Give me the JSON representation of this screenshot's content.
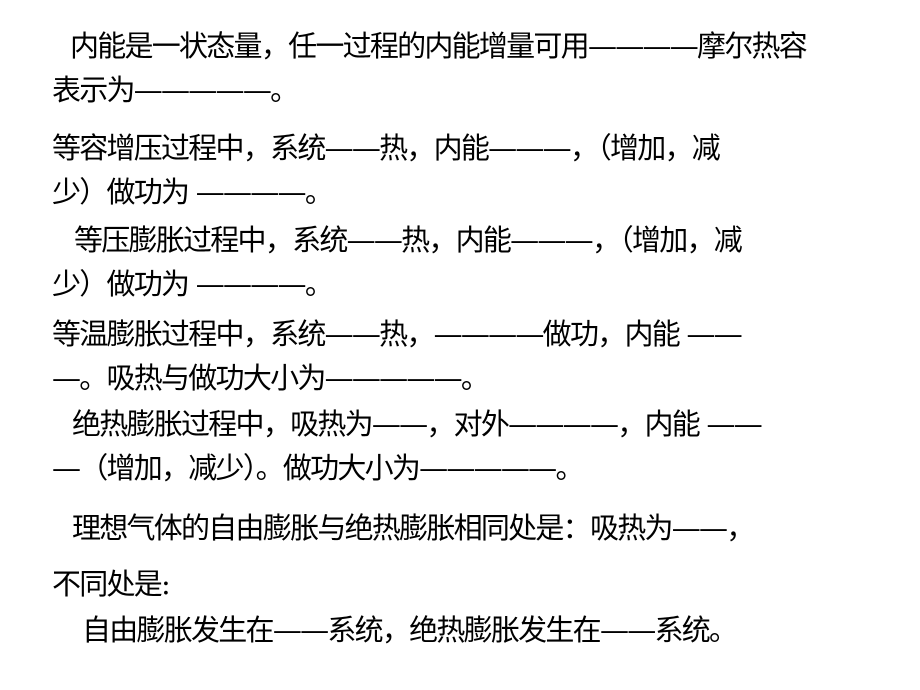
{
  "slide": {
    "background_color": "#ffffff",
    "text_color": "#000000",
    "paragraphs": [
      {
        "id": "internal-energy-state-quantity",
        "text": "内能是一状态量，任一过程的内能增量可用————摩尔热容表示为—————。"
      },
      {
        "id": "isochoric-pressure-increase",
        "text": "等容增压过程中，系统——热，内能———，（增加，减少）做功为 ————。"
      },
      {
        "id": "isobaric-expansion",
        "text": "等压膨胀过程中，系统——热，内能———，（增加，减少）做功为 ————。"
      },
      {
        "id": "isothermal-expansion",
        "text": "等温膨胀过程中，系统——热，————做功，内能 ———。吸热与做功大小为—————。"
      },
      {
        "id": "adiabatic-expansion",
        "text": "绝热膨胀过程中，吸热为——，对外————，内能 ———（增加，减少）。做功大小为—————。"
      },
      {
        "id": "free-vs-adiabatic-expansion",
        "text": "理想气体的自由膨胀与绝热膨胀相同处是：吸热为——，\n不同处是:"
      },
      {
        "id": "free-expansion-systems",
        "text": "自由膨胀发生在——系统，绝热膨胀发生在——系统。"
      }
    ],
    "paragraph_lines": {
      "internal_energy_line1": "内能是一状态量，任一过程的内能增量可用————摩尔热容",
      "internal_energy_line2": "表示为—————。",
      "isochoric_line1": "等容增压过程中，系统——热，内能———，（增加，减",
      "isochoric_line2": "少）做功为 ————。",
      "isobaric_line1": "等压膨胀过程中，系统——热，内能———，（增加，减",
      "isobaric_line2": "少）做功为 ————。",
      "isothermal_line1": "等温膨胀过程中，系统——热，————做功，内能 ——",
      "isothermal_line2": "—。吸热与做功大小为—————。",
      "adiabatic_line1": "绝热膨胀过程中，吸热为——，对外————，内能 ——",
      "adiabatic_line2": "—（增加，减少）。做功大小为—————。",
      "compare_line1": "理想气体的自由膨胀与绝热膨胀相同处是：吸热为——，",
      "compare_line2": "不同处是:",
      "systems_line1": "自由膨胀发生在——系统，绝热膨胀发生在——系统。"
    }
  }
}
